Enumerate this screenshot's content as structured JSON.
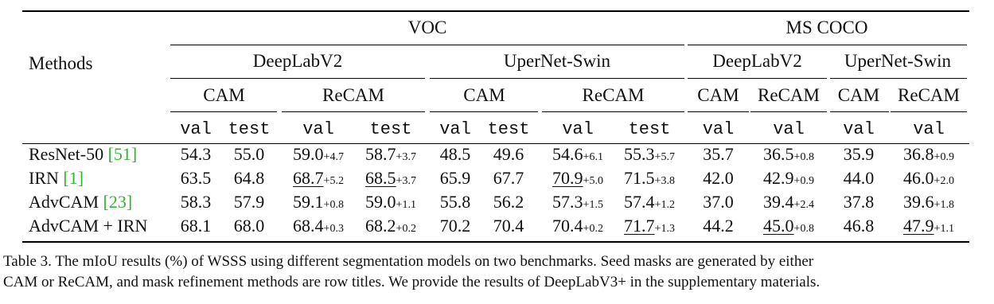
{
  "table": {
    "methods_header": "Methods",
    "groups": [
      "VOC",
      "MS COCO"
    ],
    "models": [
      "DeepLabV2",
      "UperNet-Swin",
      "DeepLabV2",
      "UperNet-Swin"
    ],
    "seeds": [
      "CAM",
      "ReCAM",
      "CAM",
      "ReCAM",
      "CAM",
      "ReCAM",
      "CAM",
      "ReCAM"
    ],
    "splits": [
      "val",
      "test",
      "val",
      "test",
      "val",
      "test",
      "val",
      "test",
      "val",
      "val",
      "val",
      "val"
    ],
    "rows": [
      {
        "name": "ResNet-50 ",
        "cite": "[51]",
        "cells": [
          {
            "v": "54.3"
          },
          {
            "v": "55.0"
          },
          {
            "v": "59.0",
            "d": "+4.7"
          },
          {
            "v": "58.7",
            "d": "+3.7"
          },
          {
            "v": "48.5"
          },
          {
            "v": "49.6"
          },
          {
            "v": "54.6",
            "d": "+6.1"
          },
          {
            "v": "55.3",
            "d": "+5.7"
          },
          {
            "v": "35.7"
          },
          {
            "v": "36.5",
            "d": "+0.8"
          },
          {
            "v": "35.9"
          },
          {
            "v": "36.8",
            "d": "+0.9"
          }
        ]
      },
      {
        "name": "IRN ",
        "cite": "[1]",
        "cells": [
          {
            "v": "63.5"
          },
          {
            "v": "64.8"
          },
          {
            "v": "68.7",
            "d": "+5.2",
            "u": true
          },
          {
            "v": "68.5",
            "d": "+3.7",
            "u": true
          },
          {
            "v": "65.9"
          },
          {
            "v": "67.7"
          },
          {
            "v": "70.9",
            "d": "+5.0",
            "u": true
          },
          {
            "v": "71.5",
            "d": "+3.8"
          },
          {
            "v": "42.0"
          },
          {
            "v": "42.9",
            "d": "+0.9"
          },
          {
            "v": "44.0"
          },
          {
            "v": "46.0",
            "d": "+2.0"
          }
        ]
      },
      {
        "name": "AdvCAM ",
        "cite": "[23]",
        "cells": [
          {
            "v": "58.3"
          },
          {
            "v": "57.9"
          },
          {
            "v": "59.1",
            "d": "+0.8"
          },
          {
            "v": "59.0",
            "d": "+1.1"
          },
          {
            "v": "55.8"
          },
          {
            "v": "56.2"
          },
          {
            "v": "57.3",
            "d": "+1.5"
          },
          {
            "v": "57.4",
            "d": "+1.2"
          },
          {
            "v": "37.0"
          },
          {
            "v": "39.4",
            "d": "+2.4"
          },
          {
            "v": "37.8"
          },
          {
            "v": "39.6",
            "d": "+1.8"
          }
        ]
      },
      {
        "name": "AdvCAM + IRN",
        "cite": "",
        "cells": [
          {
            "v": "68.1"
          },
          {
            "v": "68.0"
          },
          {
            "v": "68.4",
            "d": "+0.3"
          },
          {
            "v": "68.2",
            "d": "+0.2"
          },
          {
            "v": "70.2"
          },
          {
            "v": "70.4"
          },
          {
            "v": "70.4",
            "d": "+0.2"
          },
          {
            "v": "71.7",
            "d": "+1.3",
            "u": true
          },
          {
            "v": "44.2"
          },
          {
            "v": "45.0",
            "d": "+0.8",
            "u": true
          },
          {
            "v": "46.8"
          },
          {
            "v": "47.9",
            "d": "+1.1",
            "u": true
          }
        ]
      }
    ]
  },
  "caption": {
    "line1": "Table 3.  The mIoU results (%) of WSSS using different segmentation models on two benchmarks.  Seed masks are generated by either",
    "line2": "CAM or ReCAM, and mask refinement methods are row titles. We provide the results of DeepLabV3+ in the supplementary materials."
  }
}
